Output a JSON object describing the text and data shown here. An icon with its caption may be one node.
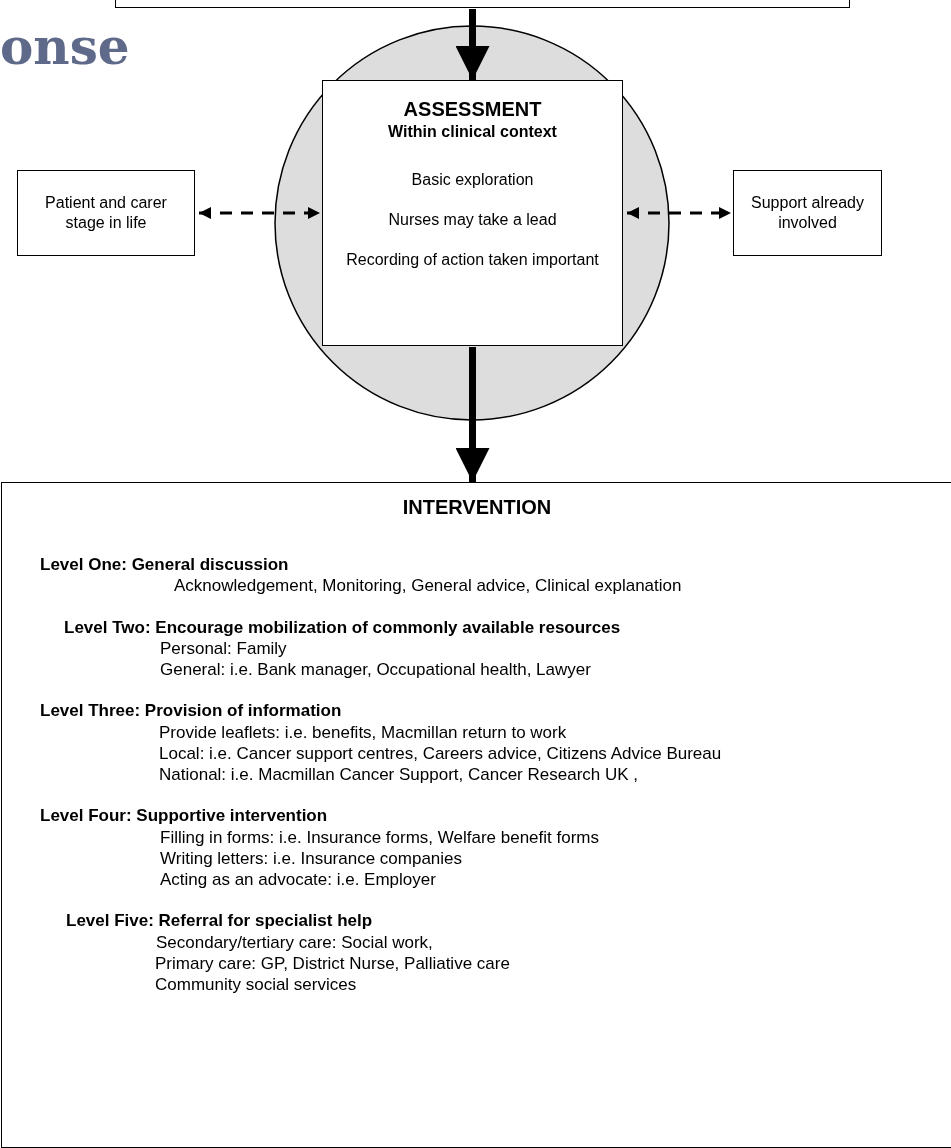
{
  "diagram": {
    "nodes": [
      {
        "text": [],
        "shape": "box"
      },
      {
        "text": [],
        "shape": "circle"
      },
      {
        "text": [
          "ASSESSMENT",
          "Within clinical context",
          "Basic exploration",
          "Nurses may take a lead",
          "Recording of action taken important"
        ],
        "in": 1
      },
      {
        "text": [
          "Patient and carer stage in life"
        ]
      },
      {
        "text": [
          "Support already involved"
        ]
      },
      {
        "text": [
          "INTERVENTION",
          "Level One: General discussion",
          "Acknowledgement, Monitoring, General advice, Clinical explanation",
          "Level Two: Encourage mobilization of commonly available resources",
          "Personal: Family",
          "General: i.e. Bank manager, Occupational health, Lawyer",
          "Level Three: Provision of information",
          "Provide leaflets: i.e. benefits, Macmillan return to work",
          "Local: i.e. Cancer support centres, Careers advice, Citizens Advice Bureau",
          "National: i.e. Macmillan Cancer Support, Cancer Research UK ,",
          "Level Four: Supportive intervention",
          "Filling in forms: i.e. Insurance forms, Welfare benefit forms",
          "Writing letters: i.e. Insurance companies",
          "Acting as an advocate: i.e. Employer",
          "Level Five: Referral for specialist help",
          "Secondary/tertiary care: Social work,",
          "Primary care: GP, District Nurse, Palliative care",
          "Community social services"
        ]
      }
    ],
    "edges": [
      {
        "from": 0,
        "to": 2,
        "arrow": "to",
        "style": "thick"
      },
      {
        "from": 3,
        "to": 2,
        "arrow": "both",
        "style": "dashed"
      },
      {
        "from": 2,
        "to": 4,
        "arrow": "both",
        "style": "dashed"
      },
      {
        "from": 2,
        "to": 5,
        "arrow": "to",
        "style": "thick"
      }
    ],
    "labels": [
      "onse"
    ]
  }
}
